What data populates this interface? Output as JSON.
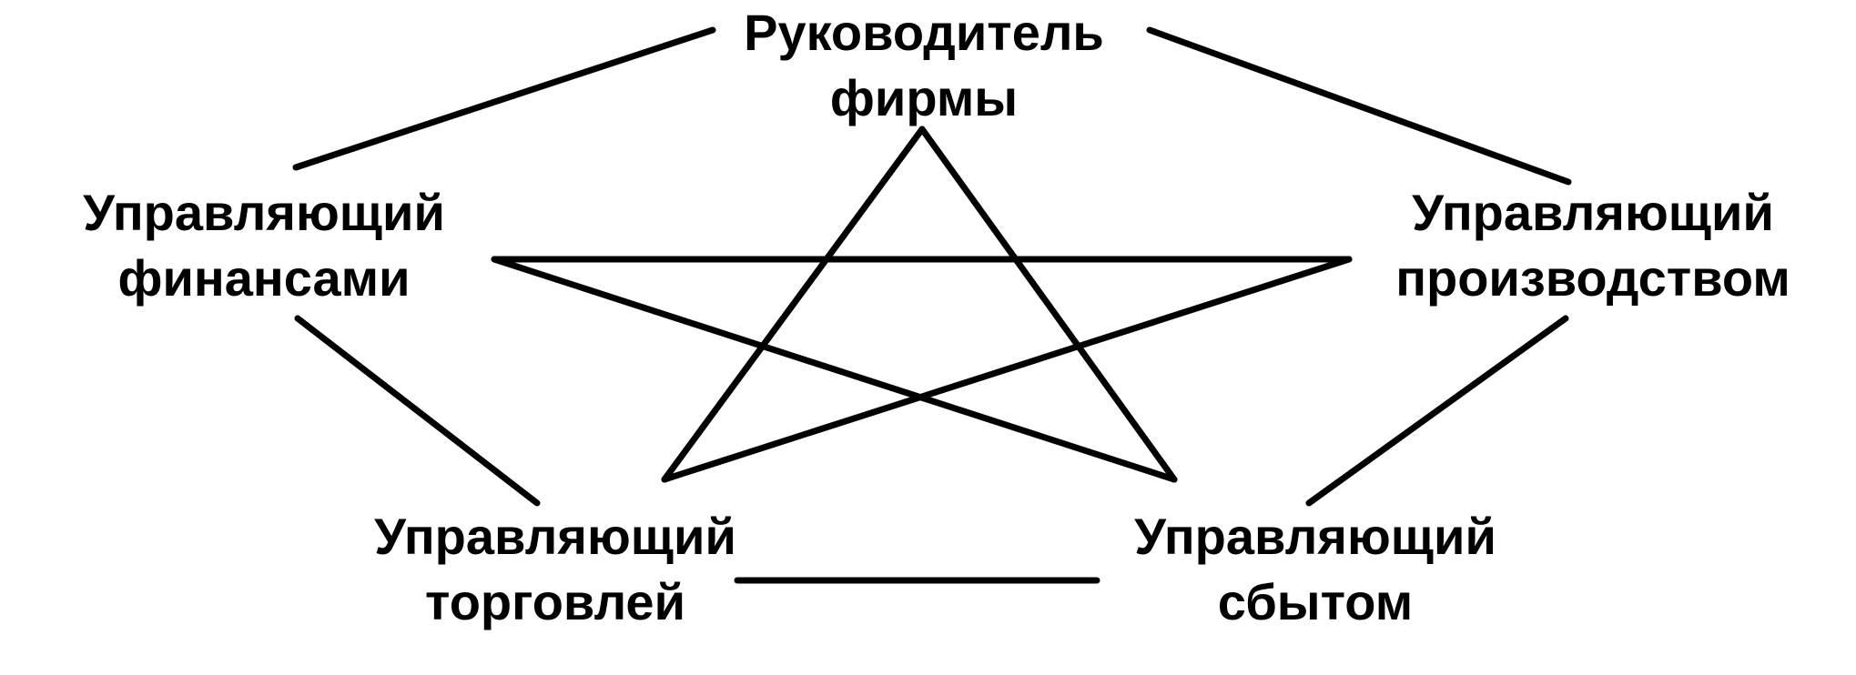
{
  "nodes": {
    "director": {
      "line1": "Руководитель",
      "line2": "фирмы"
    },
    "finance": {
      "line1": "Управляющий",
      "line2": "финансами"
    },
    "production": {
      "line1": "Управляющий",
      "line2": "производством"
    },
    "trade": {
      "line1": "Управляющий",
      "line2": "торговлей"
    },
    "sales": {
      "line1": "Управляющий",
      "line2": "сбытом"
    }
  },
  "colors": {
    "line": "#000000",
    "text": "#000000",
    "background": "#ffffff"
  }
}
